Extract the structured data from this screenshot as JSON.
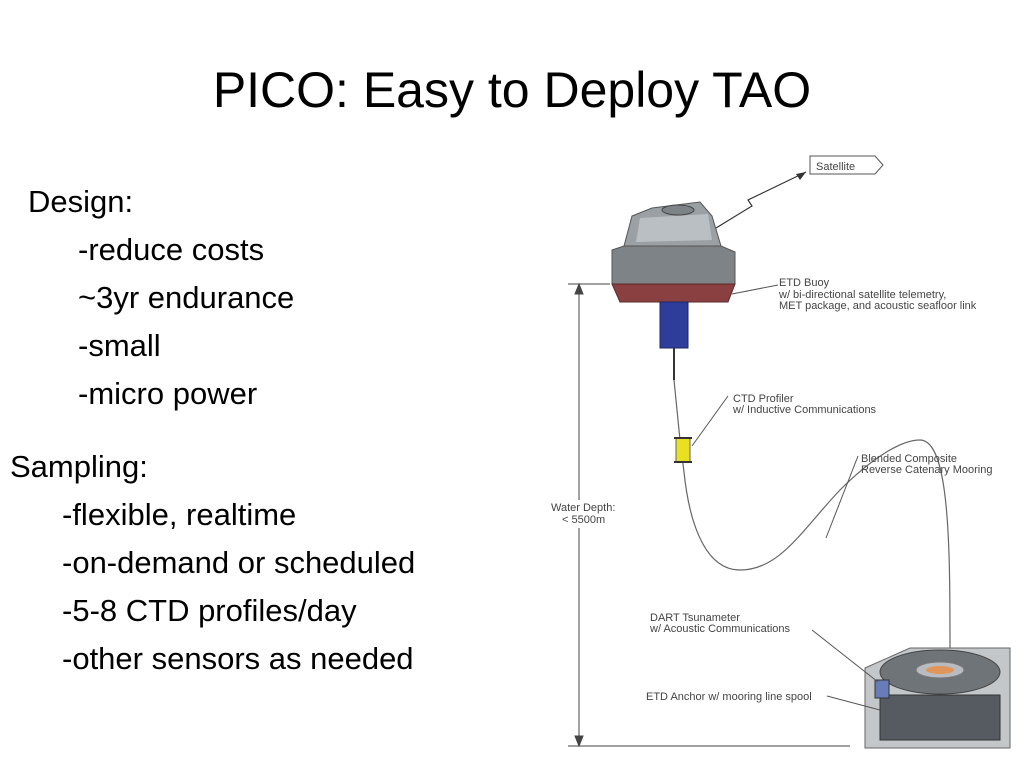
{
  "slide": {
    "title": "PICO: Easy to Deploy TAO"
  },
  "design": {
    "heading": "Design:",
    "items": [
      "-reduce costs",
      "~3yr endurance",
      "-small",
      "-micro power"
    ]
  },
  "sampling": {
    "heading": "Sampling:",
    "items": [
      "-flexible, realtime",
      "-on-demand or scheduled",
      "-5-8 CTD profiles/day",
      "-other sensors as needed"
    ]
  },
  "diagram": {
    "satellite": "Satellite",
    "buoy": [
      "ETD Buoy",
      "w/ bi-directional satellite telemetry,",
      "MET package, and acoustic seafloor link"
    ],
    "ctd": [
      "CTD Profiler",
      "w/ Inductive Communications"
    ],
    "mooring": [
      "Blended Composite",
      "Reverse Catenary Mooring"
    ],
    "depth": [
      "Water Depth:",
      "< 5500m"
    ],
    "dart": [
      "DART  Tsunameter",
      "w/ Acoustic Communications"
    ],
    "anchor": "ETD Anchor w/ mooring line spool"
  }
}
